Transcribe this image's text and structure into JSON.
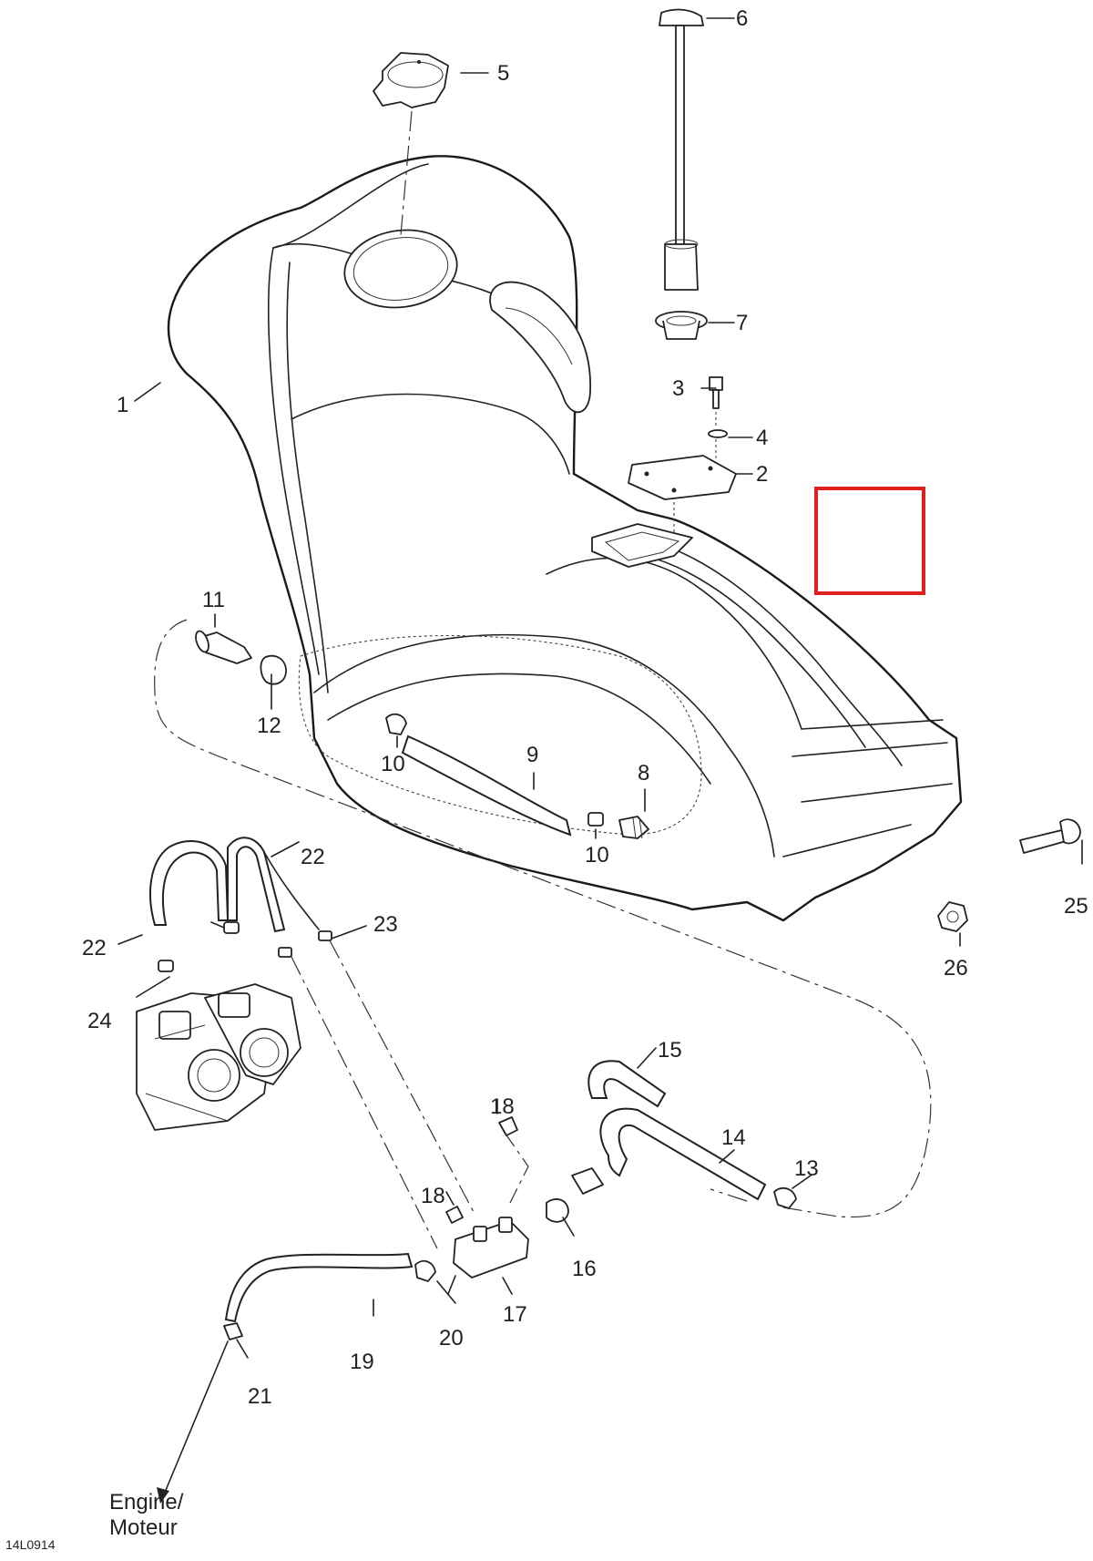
{
  "callouts": {
    "c1": "1",
    "c2": "2",
    "c3": "3",
    "c4": "4",
    "c5": "5",
    "c6": "6",
    "c7": "7",
    "c8": "8",
    "c9": "9",
    "c10a": "10",
    "c10b": "10",
    "c11": "11",
    "c12": "12",
    "c13": "13",
    "c14": "14",
    "c15": "15",
    "c16": "16",
    "c17": "17",
    "c18a": "18",
    "c18b": "18",
    "c19": "19",
    "c20": "20",
    "c21": "21",
    "c22a": "22",
    "c22b": "22",
    "c23": "23",
    "c24": "24",
    "c25": "25",
    "c26": "26"
  },
  "engine_label_line1": "Engine/",
  "engine_label_line2": "Moteur",
  "drawing_code": "14L0914",
  "colors": {
    "line": "#222222",
    "highlight": "#e0201e",
    "background": "#ffffff"
  }
}
